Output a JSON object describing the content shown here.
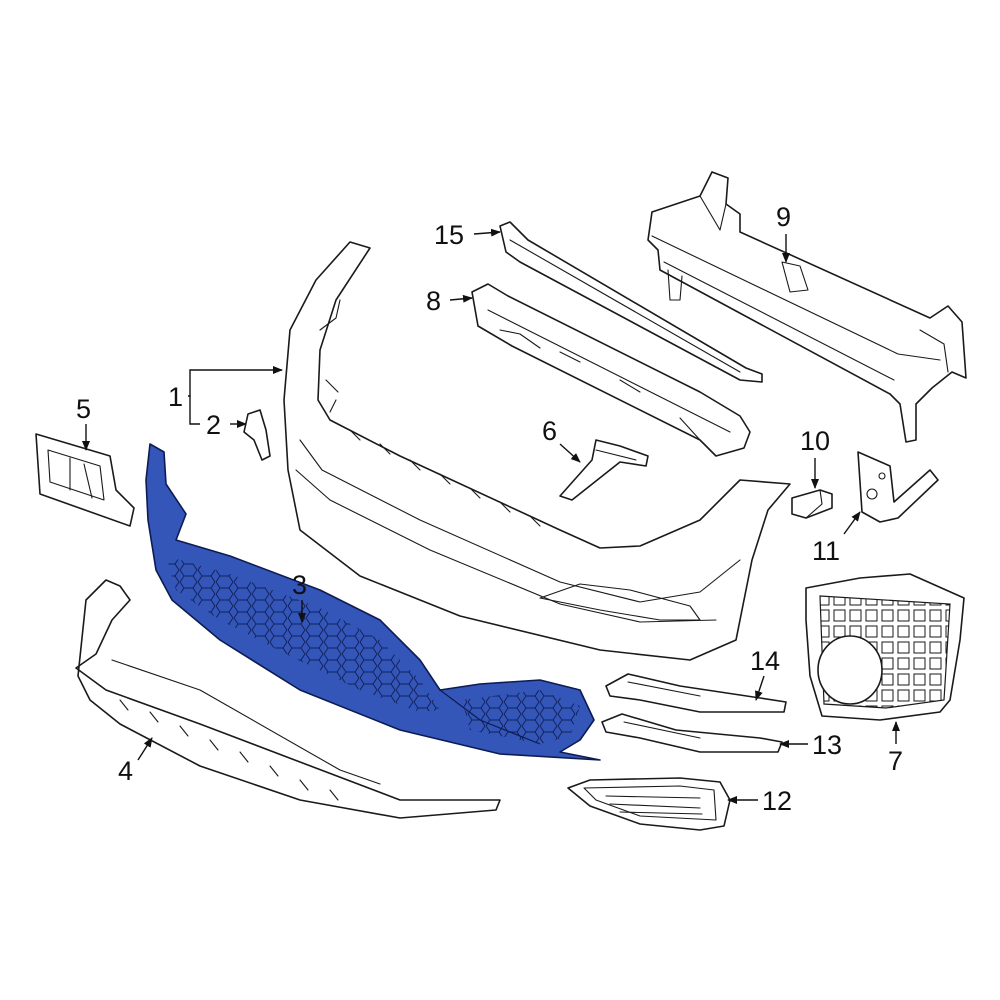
{
  "callouts": [
    {
      "id": "1",
      "text": "1"
    },
    {
      "id": "2",
      "text": "2"
    },
    {
      "id": "3",
      "text": "3"
    },
    {
      "id": "4",
      "text": "4"
    },
    {
      "id": "5",
      "text": "5"
    },
    {
      "id": "6",
      "text": "6"
    },
    {
      "id": "7",
      "text": "7"
    },
    {
      "id": "8",
      "text": "8"
    },
    {
      "id": "9",
      "text": "9"
    },
    {
      "id": "10",
      "text": "10"
    },
    {
      "id": "11",
      "text": "11"
    },
    {
      "id": "12",
      "text": "12"
    },
    {
      "id": "13",
      "text": "13"
    },
    {
      "id": "14",
      "text": "14"
    },
    {
      "id": "15",
      "text": "15"
    }
  ],
  "highlight_color": "#3356b8",
  "highlighted_part": "3"
}
